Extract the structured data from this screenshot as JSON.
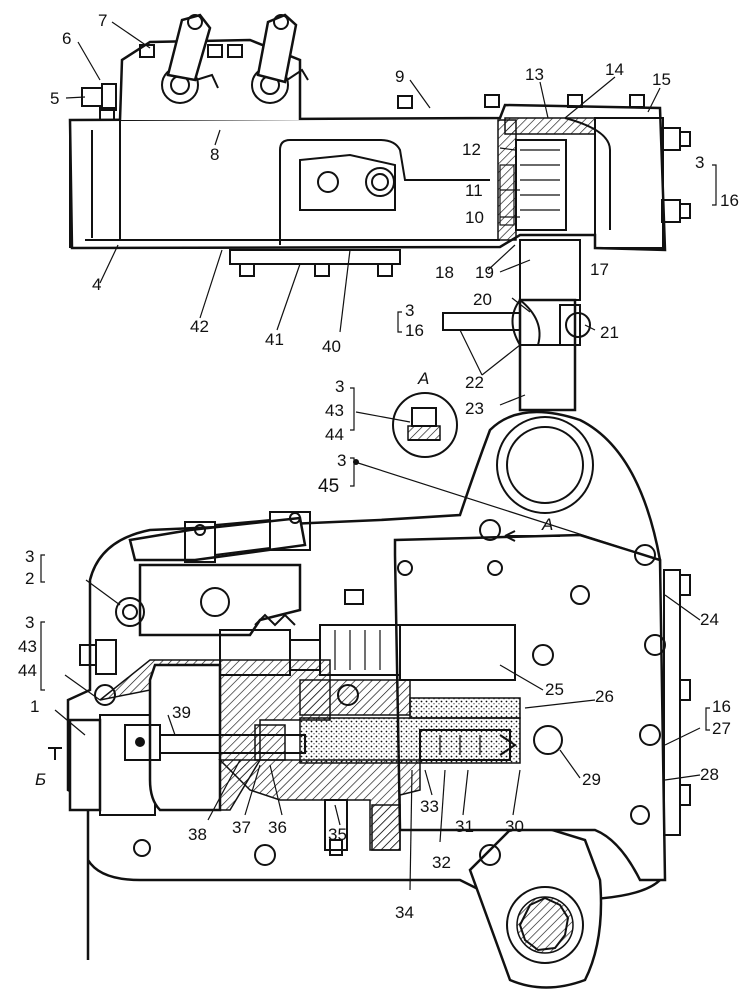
{
  "labels": {
    "l1": "1",
    "l2": "2",
    "l3": "3",
    "l4": "4",
    "l5": "5",
    "l6": "6",
    "l7": "7",
    "l8": "8",
    "l9": "9",
    "l10": "10",
    "l11": "11",
    "l12": "12",
    "l13": "13",
    "l14": "14",
    "l15": "15",
    "l16": "16",
    "l17": "17",
    "l18": "18",
    "l19": "19",
    "l20": "20",
    "l21": "21",
    "l22": "22",
    "l23": "23",
    "l24": "24",
    "l25": "25",
    "l26": "26",
    "l27": "27",
    "l28": "28",
    "l29": "29",
    "l30": "30",
    "l31": "31",
    "l32": "32",
    "l33": "33",
    "l34": "34",
    "l35": "35",
    "l36": "36",
    "l37": "37",
    "l38": "38",
    "l39": "39",
    "l40": "40",
    "l41": "41",
    "l42": "42",
    "l43": "43",
    "l44": "44",
    "l45": "45"
  },
  "section_marks": {
    "view_a": "A",
    "arrow_a": "A",
    "section_b": "Б"
  }
}
